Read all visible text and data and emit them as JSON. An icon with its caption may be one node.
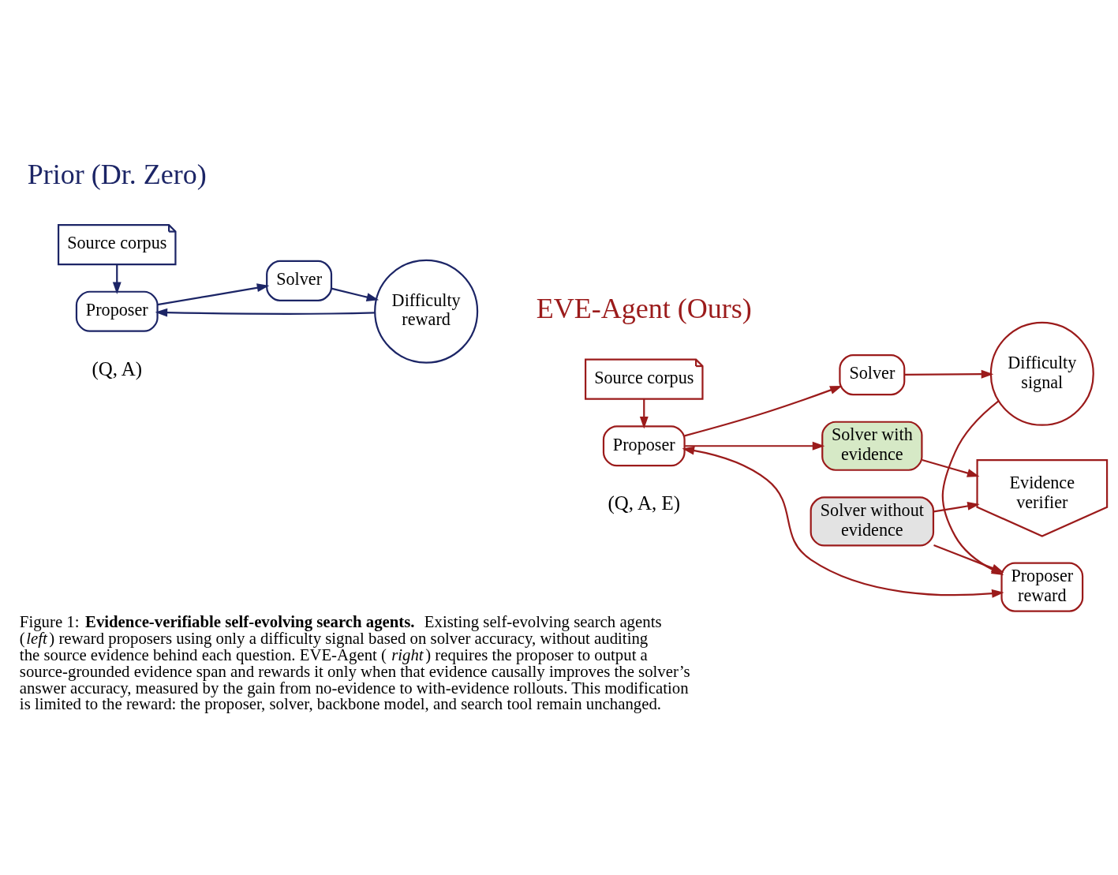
{
  "diagram": {
    "caption": "Figure 1: **Evidence-verifiable self-evolving search agents.** Existing self-evolving search agents (*left*) reward proposers using only a difficulty signal based on solver accuracy, without auditing the source evidence behind each question. EVE-Agent (*right*) requires the proposer to output a source-grounded evidence span and rewards it only when that evidence causally improves the solver’s answer accuracy, measured by the gain from no-evidence to with-evidence rollouts. This modification is limited to the reward: the proposer, solver, backbone model, and search tool remain unchanged.",
    "nodes": [
      {
        "text": [
          "Source corpus"
        ]
      },
      {
        "text": [
          "Proposer"
        ],
        "beside": [
          "(Q, A)"
        ]
      },
      {
        "text": [
          "Solver"
        ]
      },
      {
        "text": [
          "Difficulty reward"
        ]
      },
      {
        "text": [
          "Source corpus"
        ]
      },
      {
        "text": [
          "Proposer"
        ],
        "beside": [
          "(Q, A, E)"
        ]
      },
      {
        "text": [
          "Solver"
        ]
      },
      {
        "text": [
          "Difficulty signal"
        ]
      },
      {
        "text": [
          "Solver with evidence"
        ]
      },
      {
        "text": [
          "Solver without evidence"
        ]
      },
      {
        "text": [
          "Evidence verifier"
        ]
      },
      {
        "text": [
          "Proposer reward"
        ]
      }
    ],
    "edges": [
      {
        "from": 0,
        "to": 1,
        "arrow": "to",
        "color": "#1c2566"
      },
      {
        "from": 1,
        "to": 2,
        "arrow": "to",
        "color": "#1c2566"
      },
      {
        "from": 2,
        "to": 3,
        "arrow": "to",
        "color": "#1c2566"
      },
      {
        "from": 3,
        "to": 1,
        "arrow": "to",
        "color": "#1c2566"
      },
      {
        "from": 4,
        "to": 5,
        "arrow": "to"
      },
      {
        "from": 5,
        "to": 6,
        "arrow": "to"
      },
      {
        "from": 6,
        "to": 7,
        "arrow": "to"
      },
      {
        "from": 5,
        "to": 8,
        "arrow": "to"
      },
      {
        "from": 8,
        "to": 10,
        "arrow": "to"
      },
      {
        "from": 9,
        "to": 10,
        "arrow": "to"
      },
      {
        "from": 9,
        "to": 11,
        "arrow": "to"
      },
      {
        "from": 7,
        "to": 11,
        "arrow": "to"
      },
      {
        "from": 11,
        "to": 5,
        "arrow": "both"
      }
    ],
    "labels": [
      "Prior (Dr. Zero)",
      "EVE-Agent (Ours)"
    ]
  }
}
